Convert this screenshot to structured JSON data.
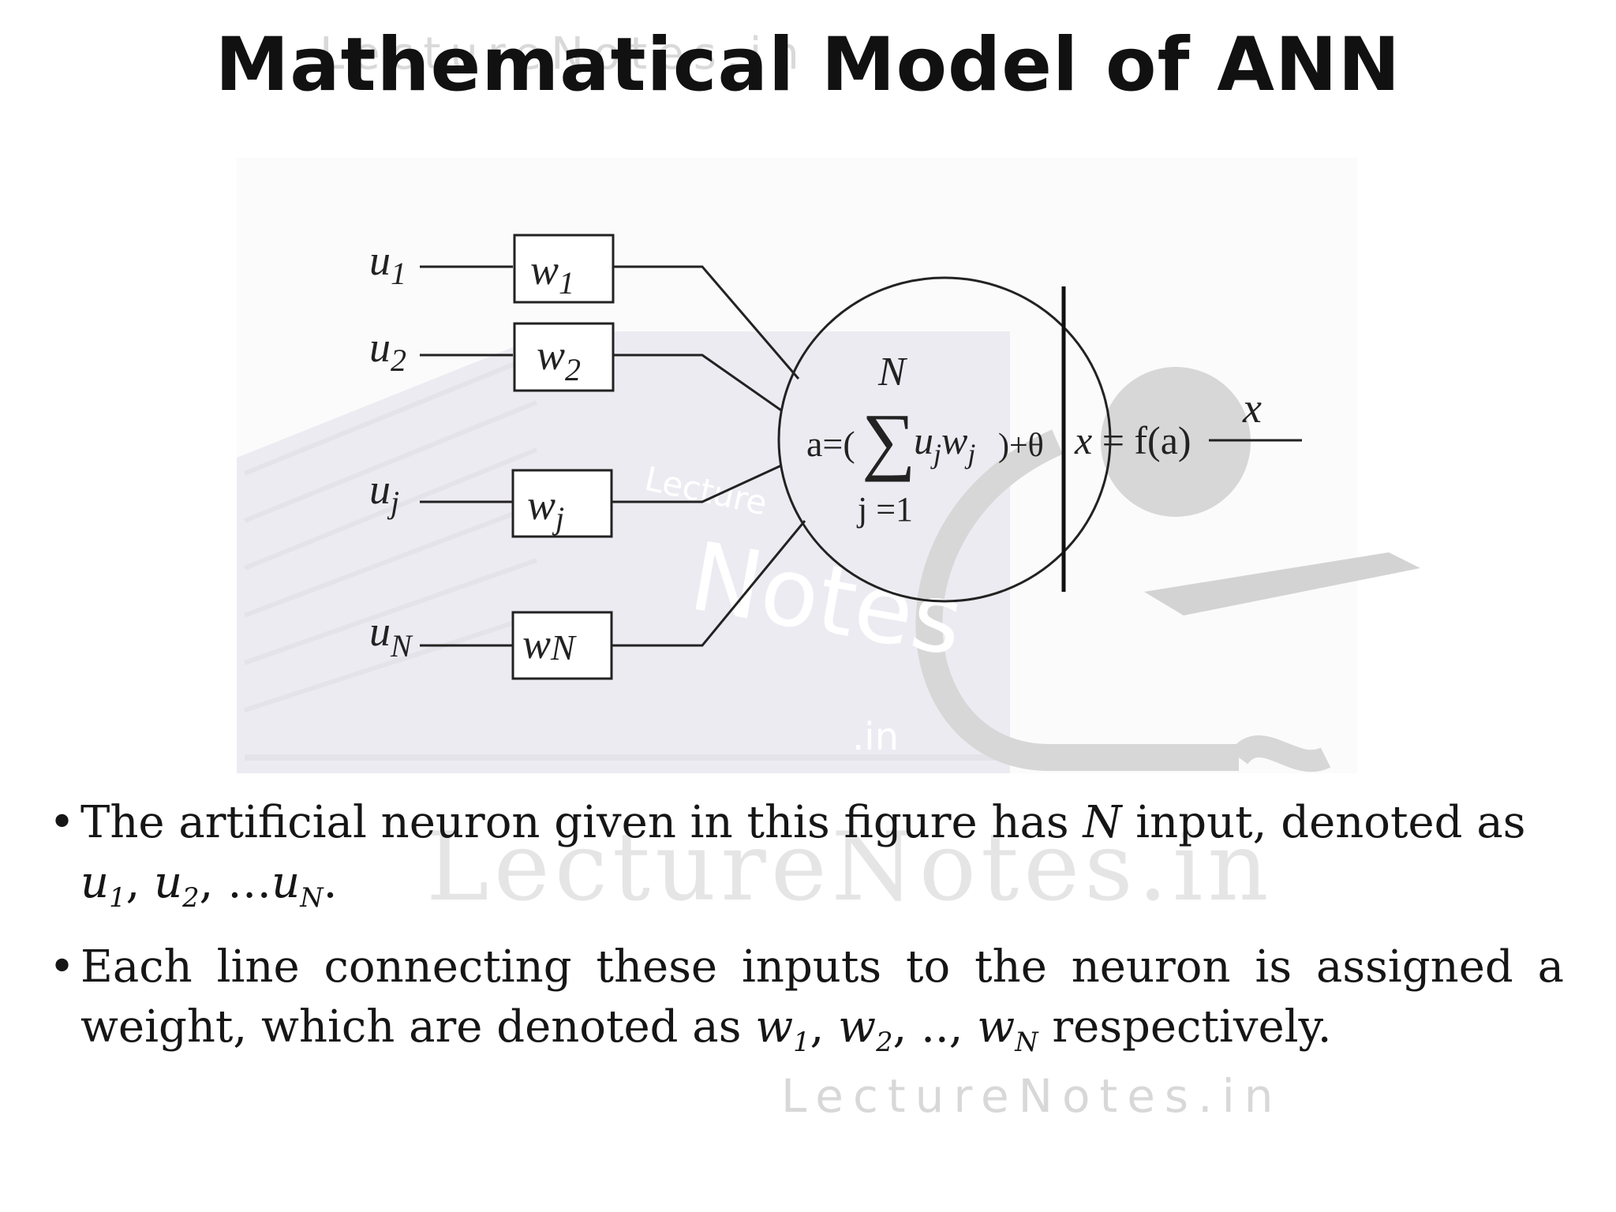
{
  "slide": {
    "title": "Mathematical Model of ANN",
    "watermarks": {
      "title_overlay": "LectureNotes.in",
      "center_logo_text_1": "Lecture",
      "center_logo_text_2": "Notes",
      "center_logo_text_3": ".in",
      "body_overlay": "LectureNotes.in",
      "footer": "LectureNotes.in"
    }
  },
  "diagram": {
    "inputs": [
      {
        "symbol": "u",
        "sub": "1"
      },
      {
        "symbol": "u",
        "sub": "2"
      },
      {
        "symbol": "u",
        "sub": "j"
      },
      {
        "symbol": "u",
        "sub": "N"
      }
    ],
    "weights": [
      {
        "symbol": "w",
        "sub": "1"
      },
      {
        "symbol": "w",
        "sub": "2"
      },
      {
        "symbol": "w",
        "sub": "j"
      },
      {
        "symbol": "w",
        "sub": "N"
      }
    ],
    "sum_upper": "N",
    "sum_prefix": "a=(",
    "sum_symbol": "∑",
    "sum_term_u": "u",
    "sum_term_u_sub": "j",
    "sum_term_w": "w",
    "sum_term_w_sub": "j",
    "sum_suffix": ")+θ",
    "sum_lower": "j =1",
    "activation_x": "x",
    "activation_rest": " = f(a)",
    "output": "x"
  },
  "bullets": {
    "b1_text": "The artificial neuron given in this figure has ",
    "b1_N": "N",
    "b1_text2": " input, denoted as ",
    "b1_u": "u",
    "b1_u1_sub": "1",
    "b1_sep1": ", ",
    "b1_u2_sub": "2",
    "b1_sep2": ", …",
    "b1_uN_sub": "N",
    "b1_end": ".",
    "b2_text": "Each line connecting these inputs to the neuron is assigned a weight, which are denoted as ",
    "b2_w": "w",
    "b2_w1_sub": "1",
    "b2_sep1": ", ",
    "b2_w2_sub": "2",
    "b2_sep2": ", .., ",
    "b2_wN_sub": "N",
    "b2_end": " respectively."
  }
}
